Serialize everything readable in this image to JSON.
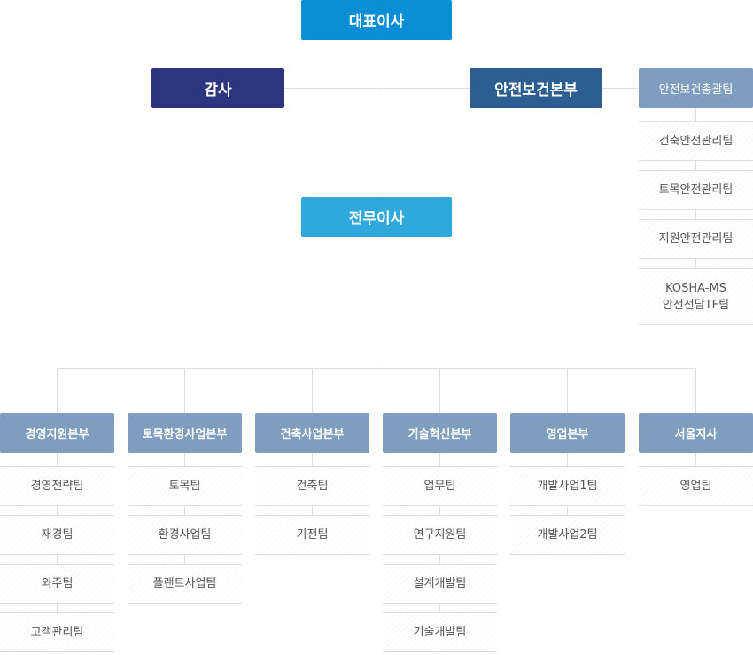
{
  "colors": {
    "ceo": "#0a8fd6",
    "auditor": "#2b3580",
    "safety_hq": "#2c5e92",
    "executive": "#31a8dc",
    "dept": "#7f9dbe",
    "line": "#dcdcdc"
  },
  "ceo": {
    "label": "대표이사"
  },
  "auditor": {
    "label": "감사"
  },
  "safety_hq": {
    "label": "안전보건본부",
    "head": "안전보건총괄팀",
    "teams": [
      "건축안전관리팀",
      "토목안전관리팀",
      "지원안전관리팀",
      "KOSHA-MS\n안전전담TF팀"
    ]
  },
  "executive": {
    "label": "전무이사"
  },
  "departments": [
    {
      "label": "경영지원본부",
      "teams": [
        "경영전략팀",
        "재경팀",
        "외주팀",
        "고객관리팀"
      ]
    },
    {
      "label": "토목환경사업본부",
      "teams": [
        "토목팀",
        "환경사업팀",
        "플랜트사업팀"
      ]
    },
    {
      "label": "건축사업본부",
      "teams": [
        "건축팀",
        "기전팀"
      ]
    },
    {
      "label": "기술혁신본부",
      "teams": [
        "업무팀",
        "연구지원팀",
        "설계개발팀",
        "기술개발팀"
      ]
    },
    {
      "label": "영업본부",
      "teams": [
        "개발사업1팀",
        "개발사업2팀"
      ]
    },
    {
      "label": "서울지사",
      "teams": [
        "영업팀"
      ]
    }
  ]
}
